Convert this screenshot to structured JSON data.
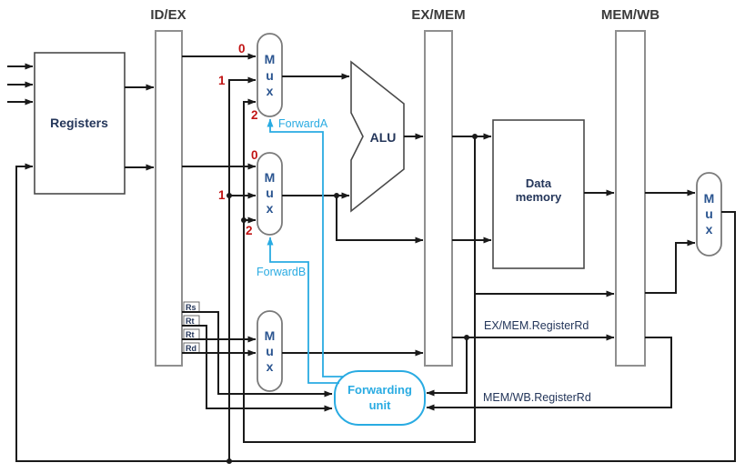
{
  "diagram": {
    "pipeline_registers": [
      {
        "label": "ID/EX"
      },
      {
        "label": "EX/MEM"
      },
      {
        "label": "MEM/WB"
      }
    ],
    "blocks": {
      "registers": "Registers",
      "alu": "ALU",
      "data_memory_line1": "Data",
      "data_memory_line2": "memory",
      "forwarding_unit_line1": "Forwarding",
      "forwarding_unit_line2": "unit",
      "mux_letters": [
        "M",
        "u",
        "x"
      ]
    },
    "signals": {
      "forward_a": "ForwardA",
      "forward_b": "ForwardB",
      "ex_mem_register_rd": "EX/MEM.RegisterRd",
      "mem_wb_register_rd": "MEM/WB.RegisterRd",
      "id_ex_fields": [
        "Rs",
        "Rt",
        "Rt",
        "Rd"
      ]
    },
    "mux_a_inputs": [
      "0",
      "1",
      "2"
    ],
    "mux_b_inputs": [
      "0",
      "1",
      "2"
    ],
    "colors": {
      "wire": "#1a1a1a",
      "accent_cyan": "#29abe2",
      "accent_red": "#c11414",
      "block_text": "#24365a",
      "mux_text": "#2b5590"
    }
  }
}
